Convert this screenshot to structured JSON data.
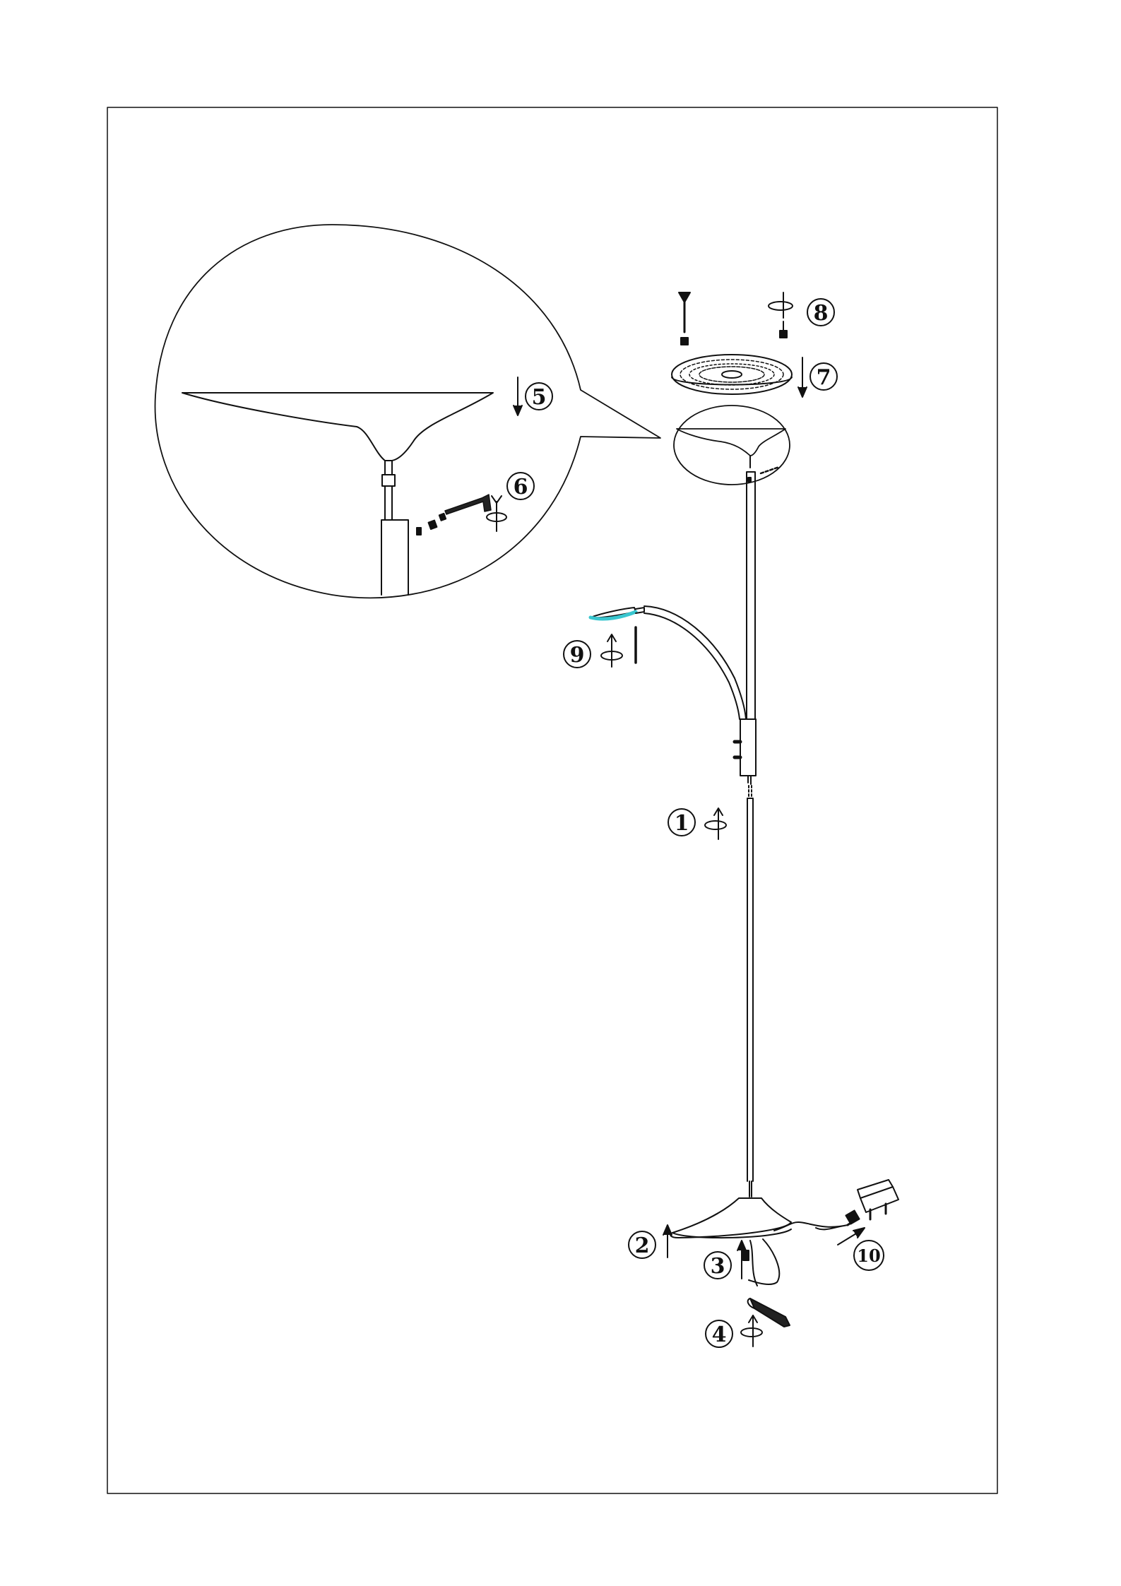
{
  "figure": {
    "subject": "floor lamp assembly diagram",
    "accent_color": "#39c6cf",
    "line_color": "#111111"
  },
  "steps": [
    {
      "id": "1",
      "label": "1",
      "icon": "rotate-icon"
    },
    {
      "id": "2",
      "label": "2",
      "icon": "arrow-up-icon"
    },
    {
      "id": "3",
      "label": "3",
      "icon": "arrow-up-icon"
    },
    {
      "id": "4",
      "label": "4",
      "icon": "rotate-icon"
    },
    {
      "id": "5",
      "label": "5",
      "icon": "arrow-down-icon"
    },
    {
      "id": "6",
      "label": "6",
      "icon": "rotate-icon"
    },
    {
      "id": "7",
      "label": "7",
      "icon": "arrow-down-icon"
    },
    {
      "id": "8",
      "label": "8",
      "icon": "rotate-icon"
    },
    {
      "id": "9",
      "label": "9",
      "icon": "rotate-icon"
    },
    {
      "id": "10",
      "label": "10",
      "icon": "arrow-diagonal-icon"
    }
  ]
}
